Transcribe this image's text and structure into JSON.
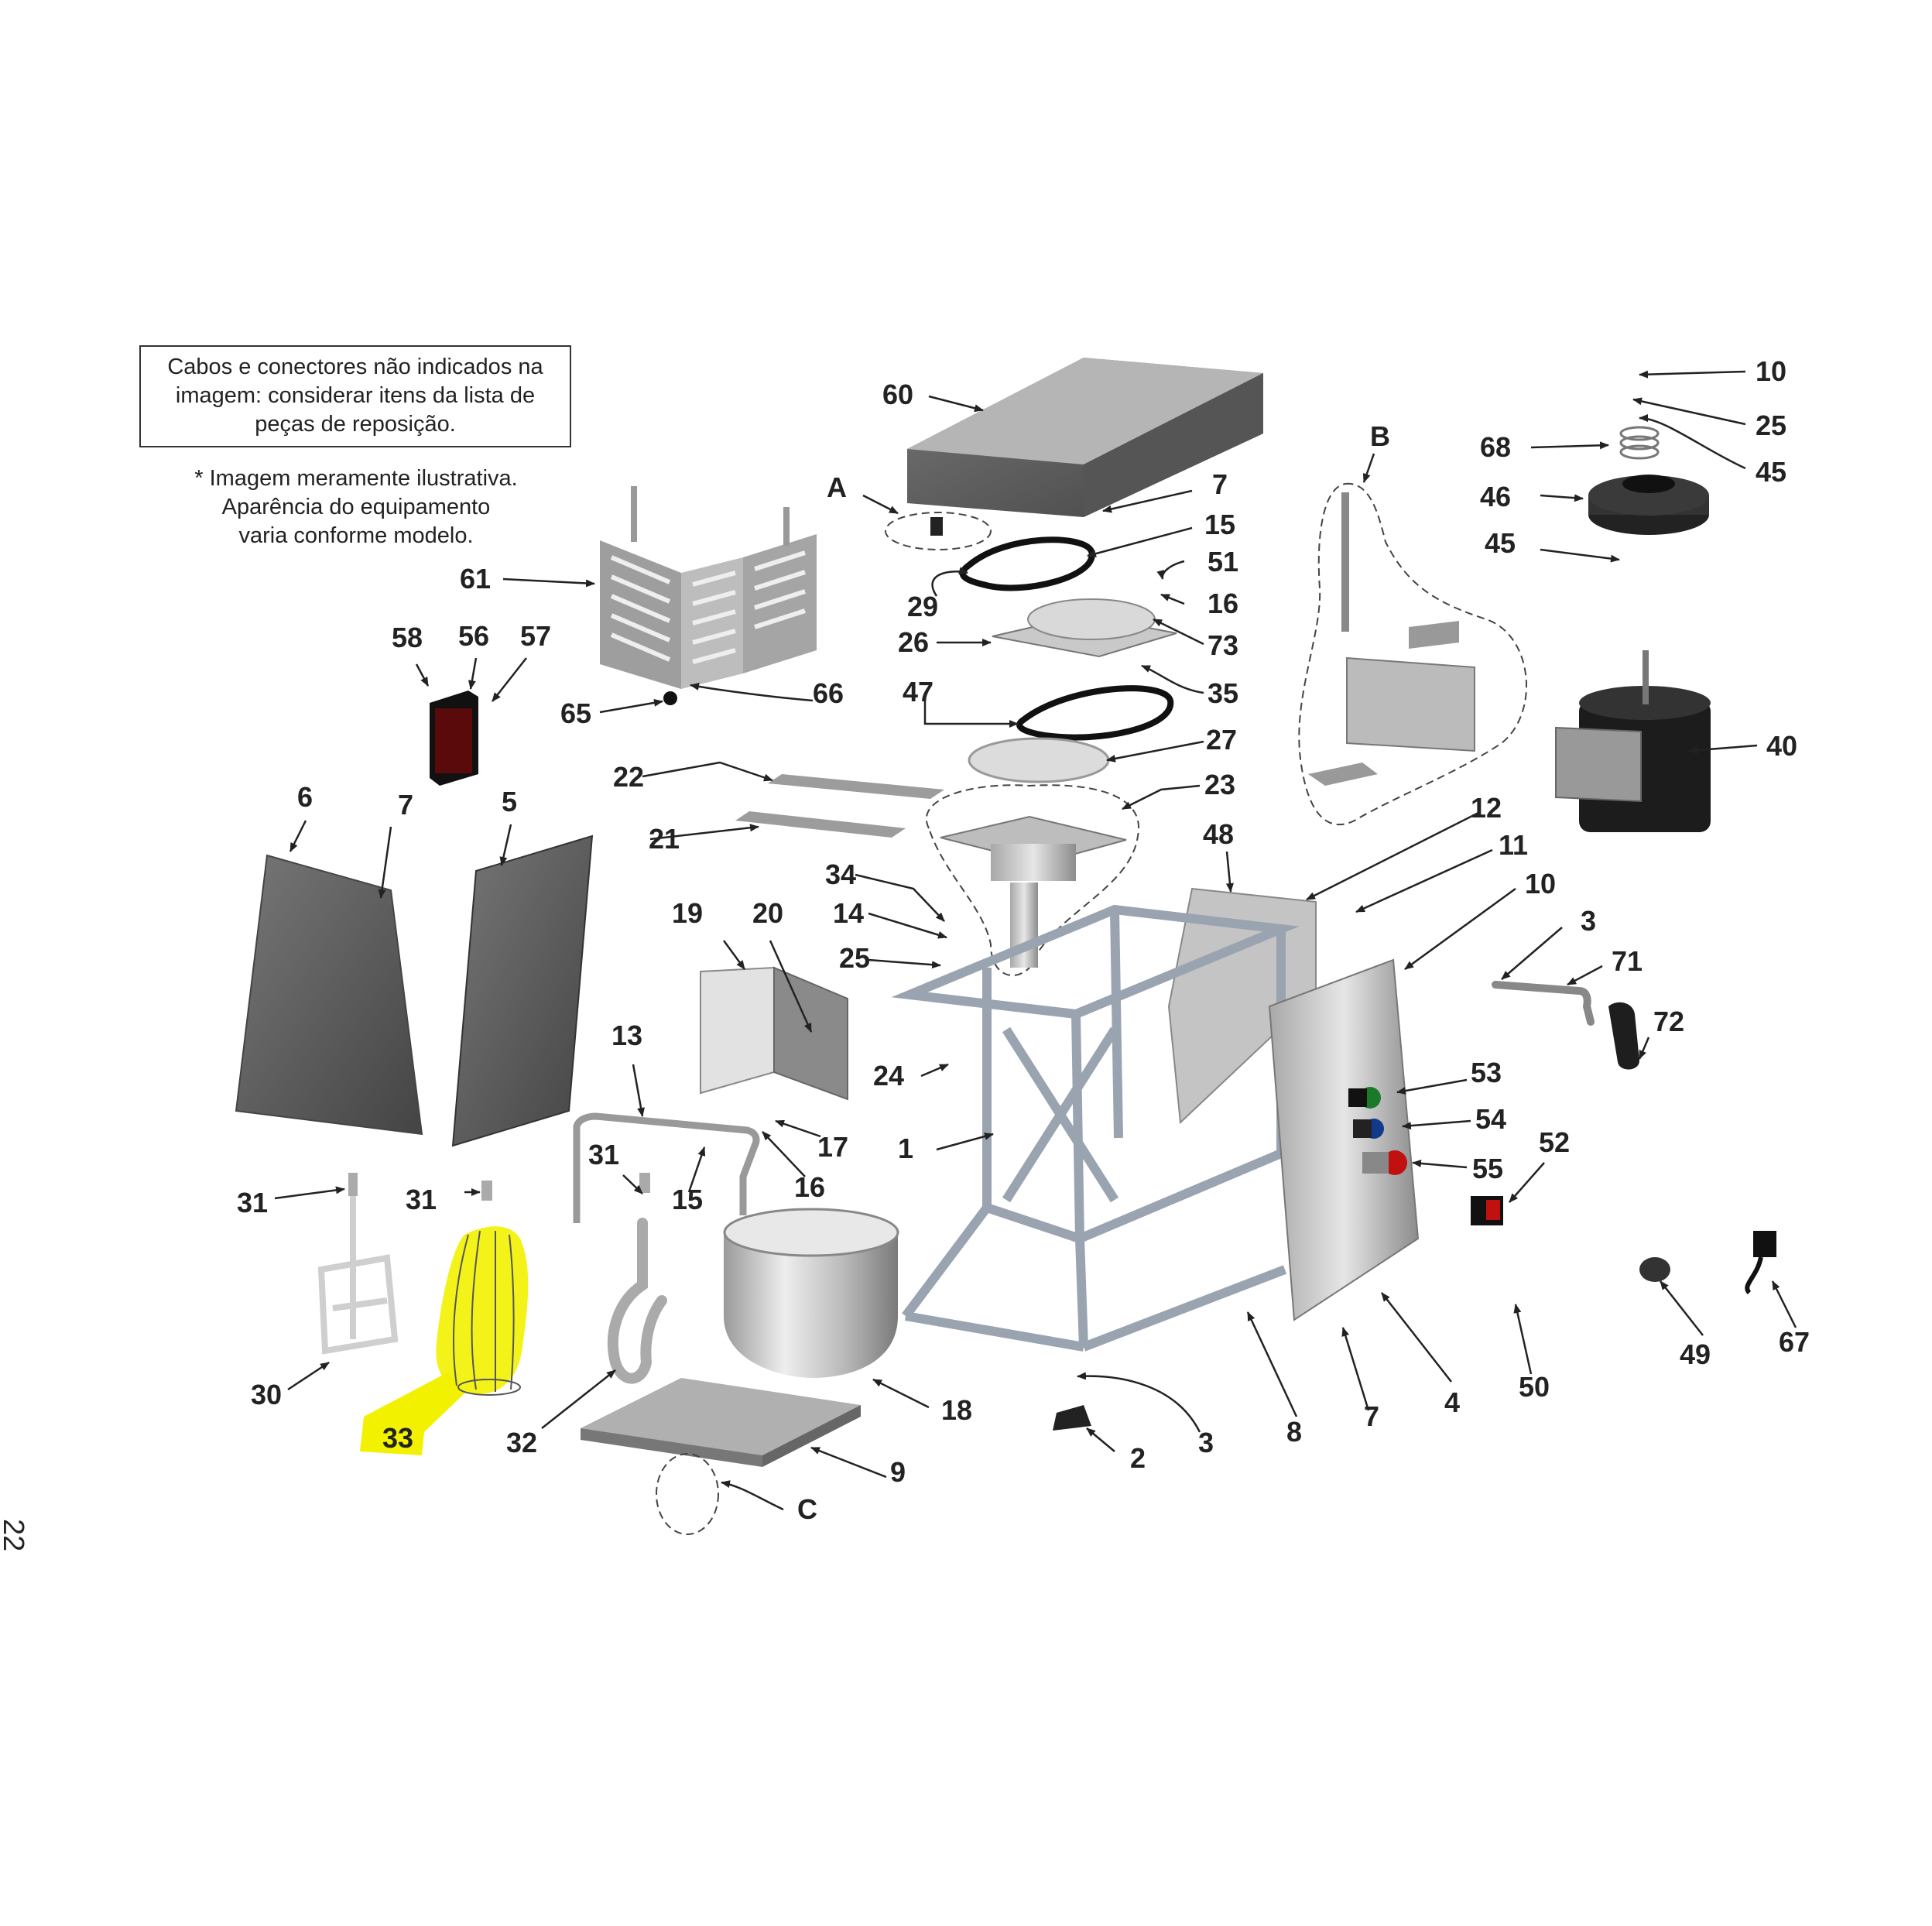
{
  "note_box": {
    "lines": [
      "Cabos e conectores não indicados na",
      "imagem: considerar itens da lista de",
      "peças de reposição."
    ]
  },
  "disclaimer": {
    "lines": [
      "* Imagem meramente ilustrativa.",
      "Aparência do equipamento",
      "varia conforme modelo."
    ]
  },
  "page_number": "22",
  "highlight_color": "#f2f200",
  "callouts": {
    "c60": "60",
    "cA": "A",
    "c7a": "7",
    "c15a": "15",
    "c51": "51",
    "c16a": "16",
    "c29": "29",
    "c26": "26",
    "c73": "73",
    "c35": "35",
    "c47": "47",
    "c27": "27",
    "c22": "22",
    "c23": "23",
    "c21": "21",
    "cB": "B",
    "c10a": "10",
    "c25a": "25",
    "c68": "68",
    "c45a": "45",
    "c46": "46",
    "c45b": "45",
    "c40": "40",
    "c61": "61",
    "c58": "58",
    "c56": "56",
    "c57": "57",
    "c65": "65",
    "c66": "66",
    "c6": "6",
    "c7b": "7",
    "c5": "5",
    "c48": "48",
    "c12": "12",
    "c11": "11",
    "c10b": "10",
    "c3a": "3",
    "c71": "71",
    "c72": "72",
    "c34": "34",
    "c14": "14",
    "c25b": "25",
    "c19": "19",
    "c20": "20",
    "c24": "24",
    "c1": "1",
    "c53": "53",
    "c54": "54",
    "c55": "55",
    "c52": "52",
    "c13": "13",
    "c17": "17",
    "c16b": "16",
    "c15b": "15",
    "c31a": "31",
    "c31b": "31",
    "c31c": "31",
    "c30": "30",
    "c33": "33",
    "c32": "32",
    "c18": "18",
    "c9": "9",
    "cC": "C",
    "c2": "2",
    "c3b": "3",
    "c8": "8",
    "c7c": "7",
    "c4": "4",
    "c50": "50",
    "c49": "49",
    "c67": "67"
  }
}
